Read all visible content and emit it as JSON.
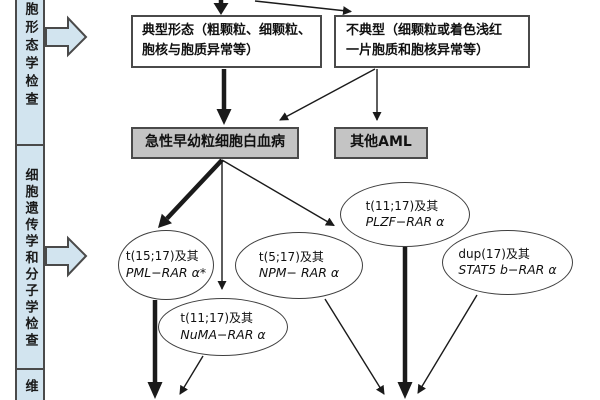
{
  "figure": {
    "type": "flowchart",
    "topic": "APL diagnostic work-up flowchart (morphology, cytogenetics / molecular testing)"
  },
  "sidebar": {
    "sections": [
      {
        "label": "胞形态学检查"
      },
      {
        "label": "细胞遗传学和分子学检查"
      },
      {
        "label": "维"
      }
    ]
  },
  "flowchart": {
    "boxes": {
      "typical": {
        "line1": "典型形态（粗颗粒、细颗粒、",
        "line2": "胞核与胞质异常等）"
      },
      "atypical": {
        "line1": "不典型（细颗粒或着色浅红",
        "line2": "一片胞质和胞核异常等）"
      },
      "apl": {
        "label": "急性早幼粒细胞白血病"
      },
      "other_aml": {
        "label": "其他AML"
      }
    },
    "ellipses": [
      {
        "id": "pml",
        "karyotype": "t(15;17)及其",
        "gene": "PML−RAR α*"
      },
      {
        "id": "numa",
        "karyotype": "t(11;17)及其",
        "gene": "NuMA−RAR α"
      },
      {
        "id": "npm",
        "karyotype": "t(5;17)及其",
        "gene": "NPM− RAR α"
      },
      {
        "id": "plzf",
        "karyotype": "t(11;17)及其",
        "gene": "PLZF−RAR α"
      },
      {
        "id": "stat5",
        "karyotype": "dup(17)及其",
        "gene": "STAT5 b−RAR α"
      }
    ]
  },
  "colors": {
    "sidebar_fill": "#d2e4ef",
    "gray_box_fill": "#c4c4c4",
    "box_border": "#4a4a4a",
    "arrow_line": "#1a1a1a",
    "node_fill": "#ffffff"
  }
}
